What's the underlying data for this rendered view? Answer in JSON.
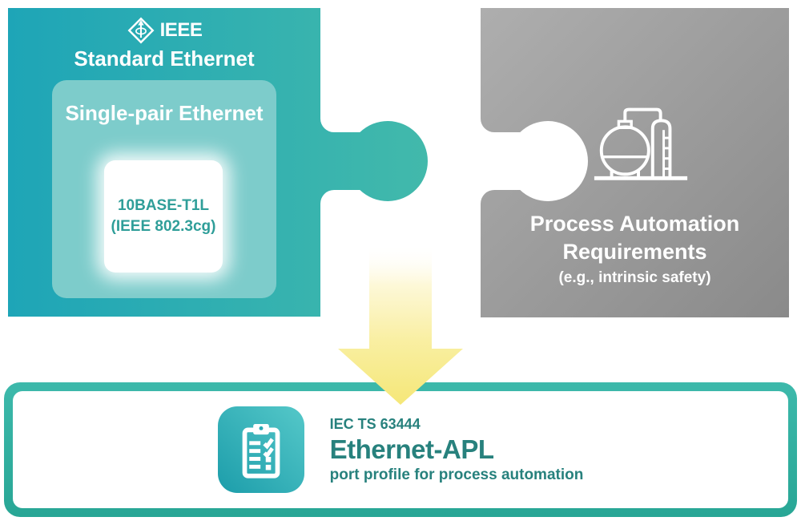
{
  "colors": {
    "teal_left": "#1ea5b7",
    "teal_right": "#42b9ab",
    "teal_light_box": "#7dcccb",
    "card_text": "#2f9e99",
    "gray_light": "#aeaeae",
    "gray_dark": "#8a8a8a",
    "arrow_yellow": "#f5e778",
    "bar_border_top": "#3db9ab",
    "bar_border_bottom": "#28a695",
    "bar_text": "#27817d",
    "tile_teal_light": "#55c8c9",
    "tile_teal_dark": "#1c9daa"
  },
  "left_piece": {
    "brand": "IEEE",
    "title": "Standard Ethernet",
    "inner_box": {
      "title": "Single-pair Ethernet",
      "card": {
        "line1": "10BASE-T1L",
        "line2": "(IEEE 802.3cg)"
      }
    }
  },
  "right_piece": {
    "title_line1": "Process Automation",
    "title_line2": "Requirements",
    "subtitle": "(e.g., intrinsic safety)"
  },
  "result_bar": {
    "standard": "IEC TS 63444",
    "title": "Ethernet-APL",
    "subtitle": "port profile for process automation"
  }
}
